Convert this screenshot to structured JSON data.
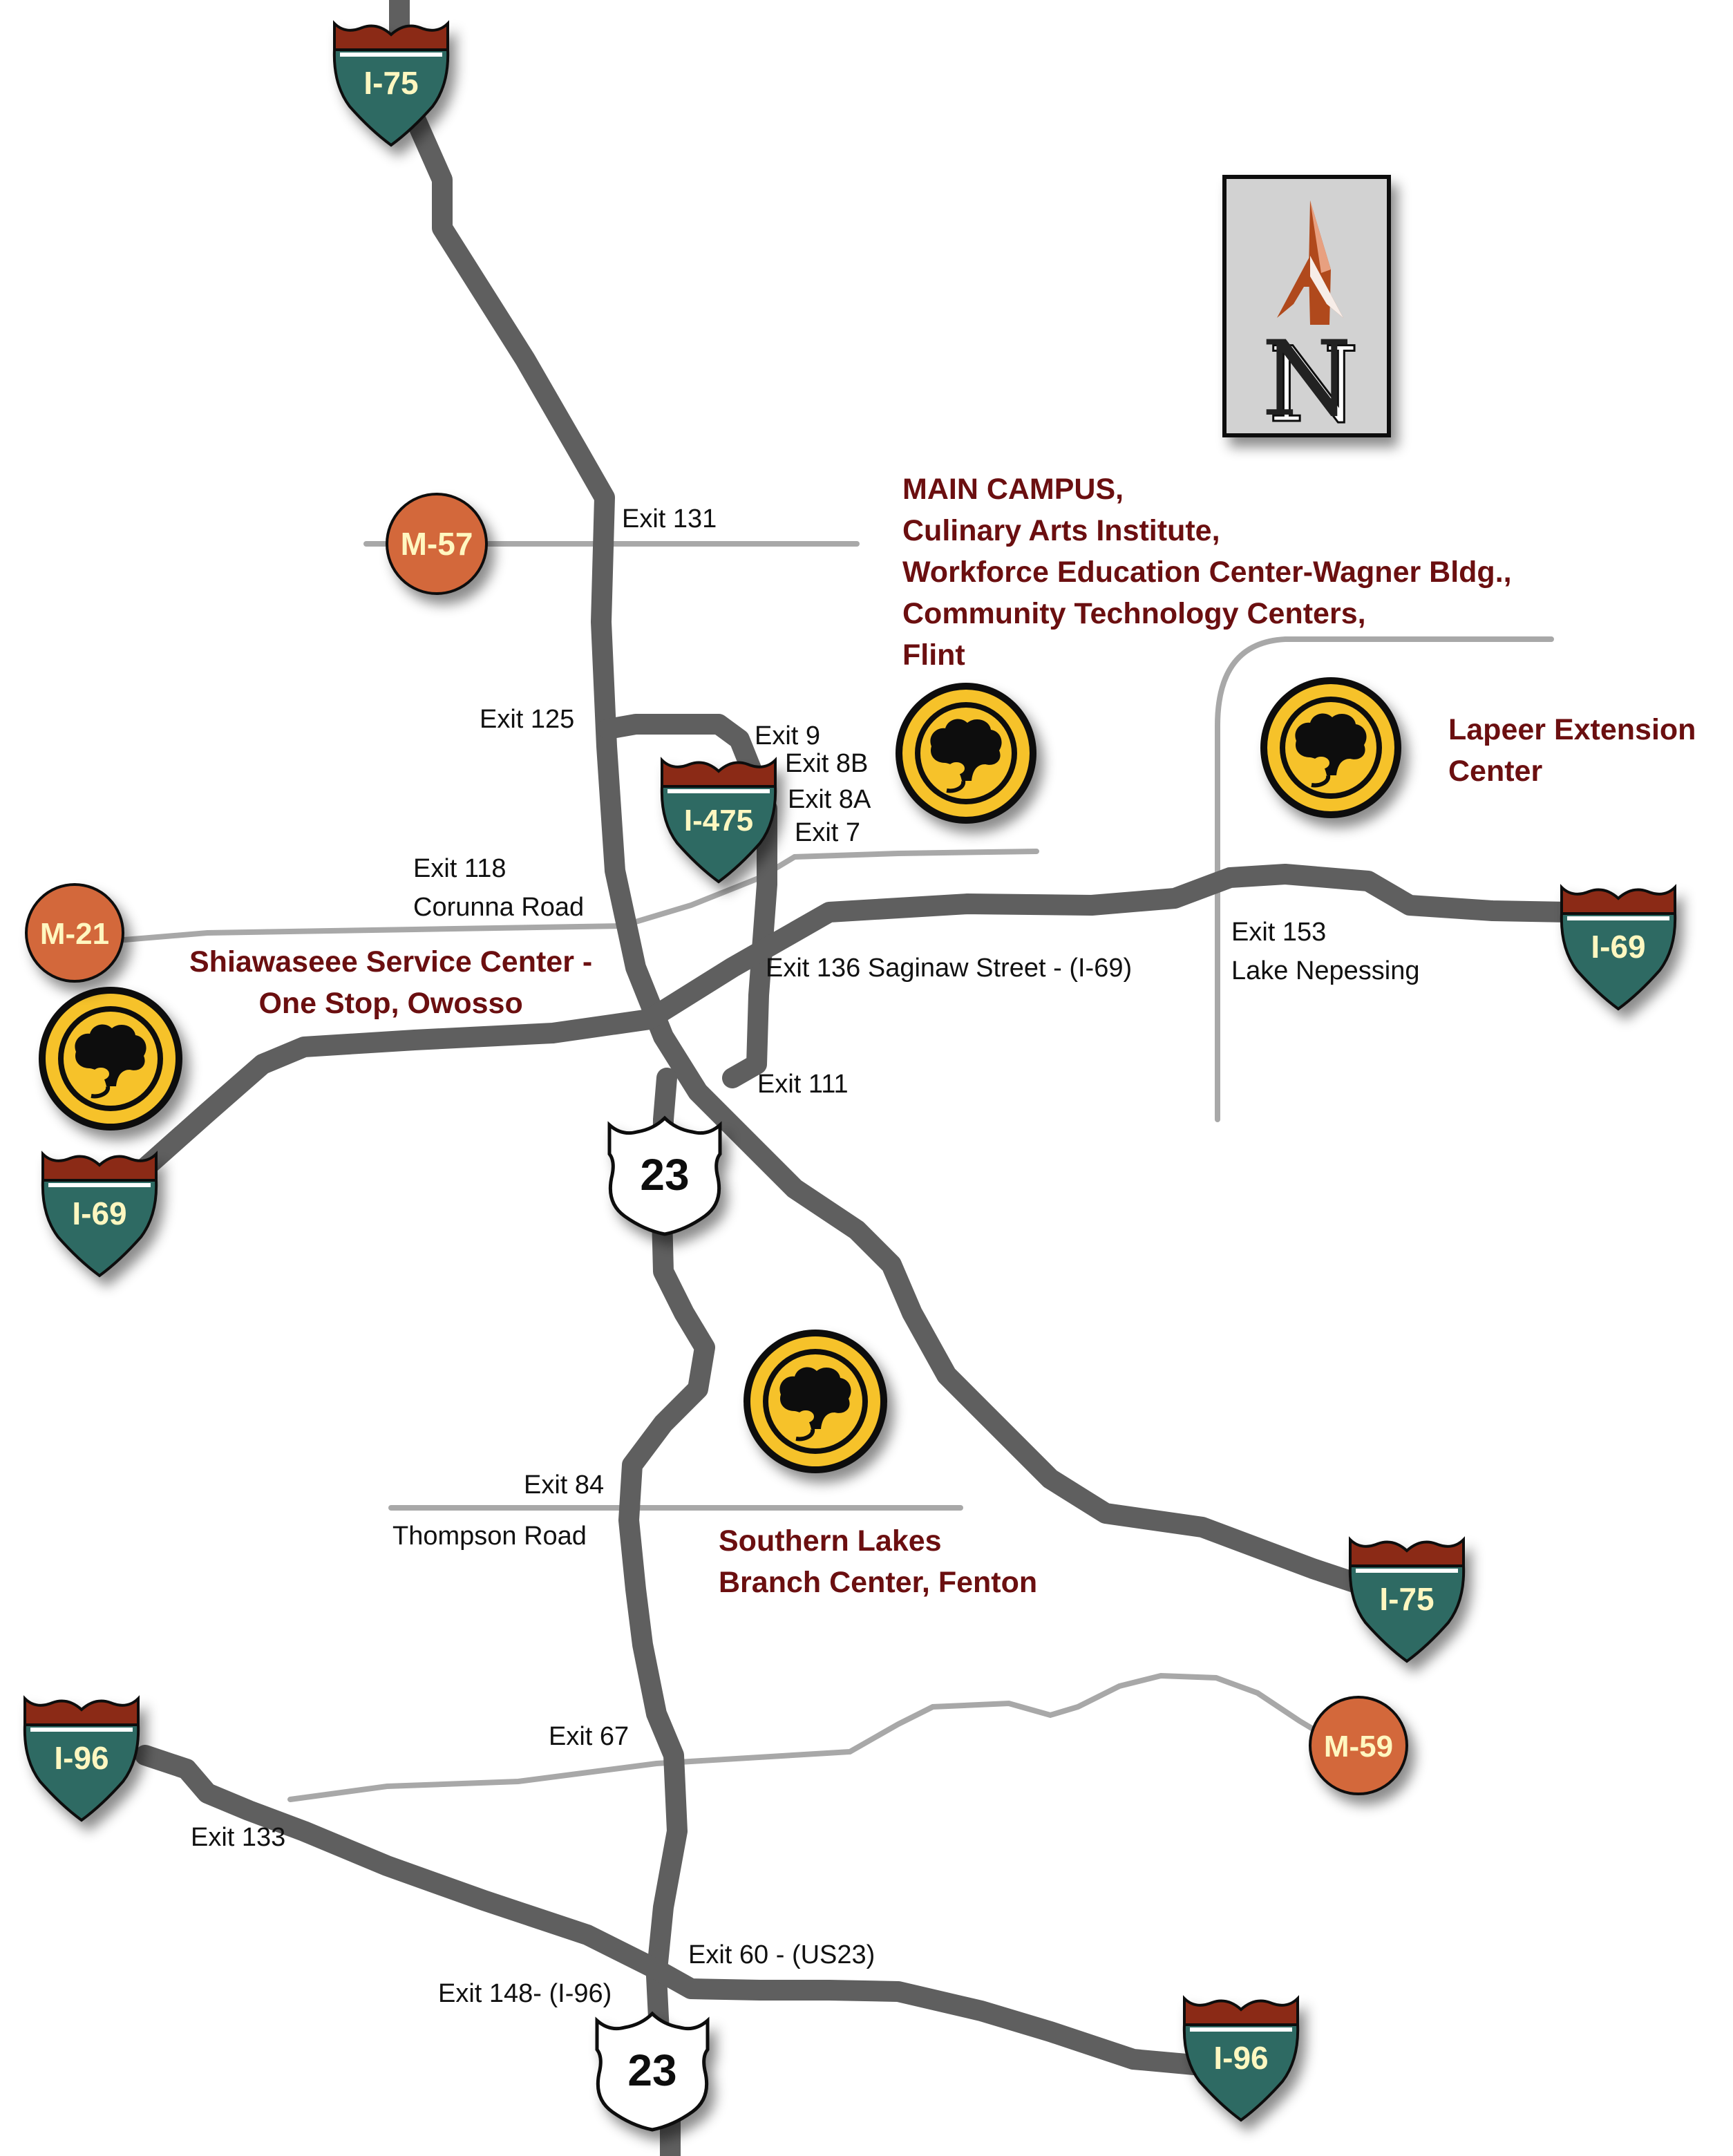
{
  "shields": {
    "i75_top": "I-75",
    "i75_bottom": "I-75",
    "i475": "I-475",
    "i69_right": "I-69",
    "i69_left": "I-69",
    "i96_left": "I-96",
    "i96_right": "I-96",
    "us23_upper": "23",
    "us23_lower": "23",
    "m57": "M-57",
    "m21": "M-21",
    "m59": "M-59"
  },
  "compass": {
    "letter": "N"
  },
  "exits": {
    "exit131": "Exit 131",
    "exit125": "Exit 125",
    "exit9": "Exit 9",
    "exit8b": "Exit 8B",
    "exit8a": "Exit 8A",
    "exit7": "Exit 7",
    "exit118": "Exit 118",
    "corunna": "Corunna Road",
    "exit136": "Exit 136 Saginaw Street - (I-69)",
    "exit153": "Exit 153",
    "lake_nepessing": "Lake Nepessing",
    "exit111": "Exit 111",
    "exit84": "Exit 84",
    "thompson": "Thompson Road",
    "exit67": "Exit 67",
    "exit133": "Exit 133",
    "exit60": "Exit 60 - (US23)",
    "exit148": "Exit 148- (I-96)"
  },
  "locations": {
    "main_campus": [
      "MAIN CAMPUS,",
      "Culinary Arts Institute,",
      "Workforce Education Center-Wagner Bldg.,",
      "Community Technology  Centers,",
      "Flint"
    ],
    "lapeer": [
      "Lapeer Extension",
      "Center"
    ],
    "shiawassee": [
      "Shiawaseee Service Center -",
      "One Stop,  Owosso"
    ],
    "southern_lakes": [
      "Southern Lakes",
      "Branch Center, Fenton"
    ]
  },
  "colors": {
    "highway": "#5f5f5f",
    "road": "#a8a8a8",
    "interstate_green": "#2f6b63",
    "interstate_red": "#8b2a12",
    "state_route": "#d3673a",
    "location_text": "#6b0f10",
    "logo_yellow": "#f6c22a",
    "compass_arrow": "#b04a1a"
  }
}
